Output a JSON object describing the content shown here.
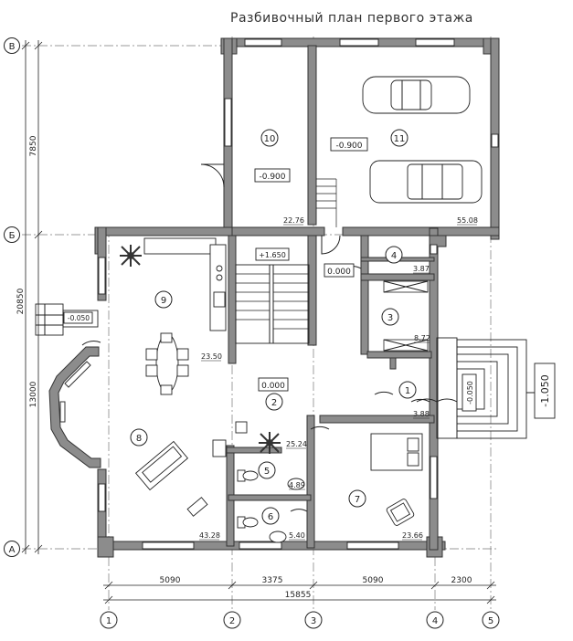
{
  "title": "Разбивочный план первого этажа",
  "axes": {
    "rows": [
      "В",
      "Б",
      "А"
    ],
    "cols": [
      "1",
      "2",
      "3",
      "4",
      "5"
    ]
  },
  "dims": {
    "left": [
      "7850",
      "20850",
      "13000"
    ],
    "bottom": [
      "5090",
      "3375",
      "5090",
      "2300"
    ],
    "total": "15855"
  },
  "rooms": [
    {
      "num": "1",
      "area": "3.88"
    },
    {
      "num": "2",
      "area": "25.24"
    },
    {
      "num": "3",
      "area": "8.72"
    },
    {
      "num": "4",
      "area": "3.87"
    },
    {
      "num": "5",
      "area": "4.89"
    },
    {
      "num": "6",
      "area": "5.40"
    },
    {
      "num": "7",
      "area": "23.66"
    },
    {
      "num": "8",
      "area": "43.28"
    },
    {
      "num": "9",
      "area": "23.50"
    },
    {
      "num": "10",
      "area": "22.76"
    },
    {
      "num": "11",
      "area": "55.08"
    }
  ],
  "levels": {
    "l10": "-0.900",
    "l11": "-0.900",
    "stair": "+1.650",
    "hall": "0.000",
    "corr": "0.000",
    "porch": "-0.050",
    "entry": "-0.050",
    "outside": "-1.050"
  }
}
